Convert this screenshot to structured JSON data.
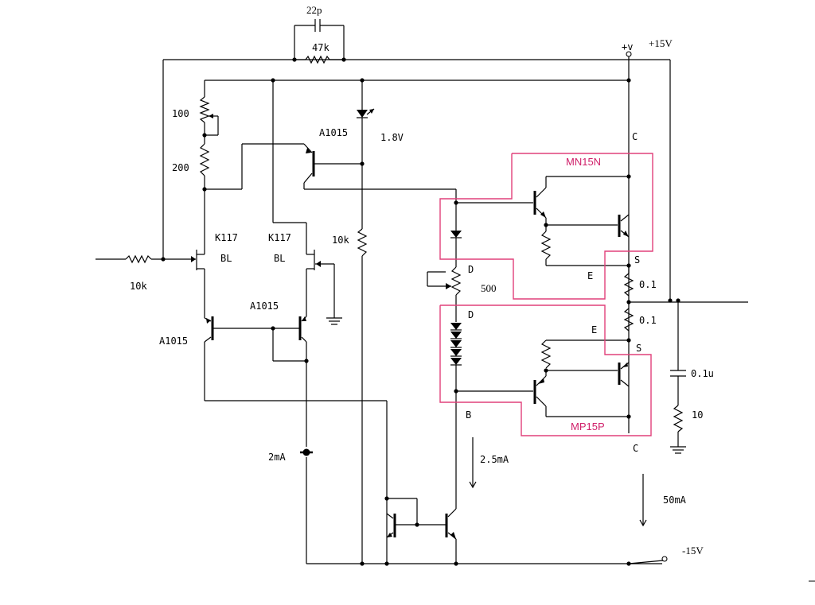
{
  "labels": {
    "c22p": "22p",
    "r47k": "47k",
    "vplus": "+v",
    "v15": "+15V",
    "r100": "100",
    "r200": "200",
    "led_v": "1.8V",
    "q_a1015_top": "A1015",
    "jfet1": "K117",
    "jfet1_rank": "BL",
    "jfet2": "K117",
    "jfet2_rank": "BL",
    "q_a1015_mid": "A1015",
    "q_a1015_left": "A1015",
    "r10k_in": "10k",
    "r10k_mid": "10k",
    "i_2ma": "2mA",
    "mn15n": "MN15N",
    "mp15p": "MP15P",
    "c_top": "C",
    "s_top": "S",
    "e_top": "E",
    "d_top": "D",
    "vr500": "500",
    "d_bot": "D",
    "e_bot": "E",
    "s_bot": "S",
    "b_bot": "B",
    "c_bot": "C",
    "r01_a": "0.1",
    "r01_b": "0.1",
    "c01u": "0.1u",
    "r10": "10",
    "i_25ma": "2.5mA",
    "i_50ma": "50mA",
    "vneg": "-15V"
  }
}
